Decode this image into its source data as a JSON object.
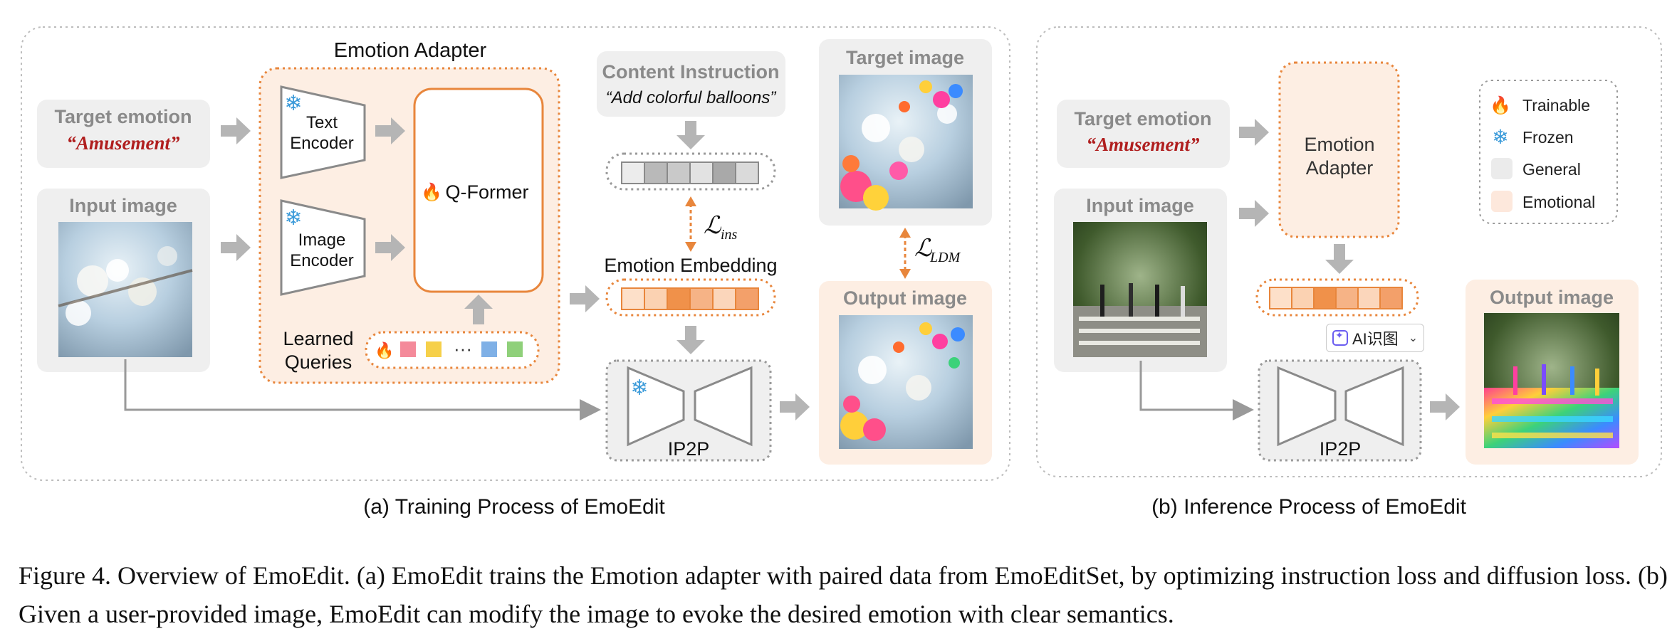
{
  "panel_a": {
    "caption": "(a) Training Process of EmoEdit",
    "target_emotion": {
      "title": "Target emotion",
      "value": "“Amusement”"
    },
    "input_image": {
      "title": "Input image"
    },
    "emotion_adapter": {
      "title": "Emotion Adapter",
      "text_encoder": "Text Encoder",
      "image_encoder": "Image Encoder",
      "qformer": "Q-Former",
      "learned_queries": "Learned Queries",
      "query_ellipsis": "···"
    },
    "content_instruction": {
      "title": "Content Instruction",
      "text": "“Add colorful balloons”"
    },
    "loss_ins": {
      "symbol": "ℒ",
      "subscript": "ins"
    },
    "emotion_embedding": "Emotion Embedding",
    "ip2p": "IP2P",
    "target_image": "Target image",
    "output_image": "Output image",
    "loss_ldm": {
      "symbol": "ℒ",
      "subscript": "LDM"
    }
  },
  "panel_b": {
    "caption": "(b) Inference Process of EmoEdit",
    "target_emotion": {
      "title": "Target emotion",
      "value": "“Amusement”"
    },
    "input_image": "Input image",
    "emotion_adapter": "Emotion Adapter",
    "ip2p": "IP2P",
    "output_image": "Output image",
    "legend": [
      {
        "label": "Trainable",
        "icon": "flame-icon"
      },
      {
        "label": "Frozen",
        "icon": "snowflake-icon"
      },
      {
        "label": "General",
        "swatch": "#ebebeb"
      },
      {
        "label": "Emotional",
        "swatch": "#fde8dc"
      }
    ]
  },
  "overlay": {
    "ai_chip_label": "AI识图"
  },
  "figure_caption": "Figure 4. Overview of EmoEdit. (a) EmoEdit trains the Emotion adapter with paired data from EmoEditSet, by optimizing instruction loss and diffusion loss. (b) Given a user-provided image, EmoEdit can modify the image to evoke the desired emotion with clear semantics.",
  "colors": {
    "orange": "#e8863c",
    "light_orange": "#fdeee3",
    "gray_box": "#efefef",
    "arrow_gray": "#b5b5b5",
    "emotion_red": "#b01e1e"
  }
}
